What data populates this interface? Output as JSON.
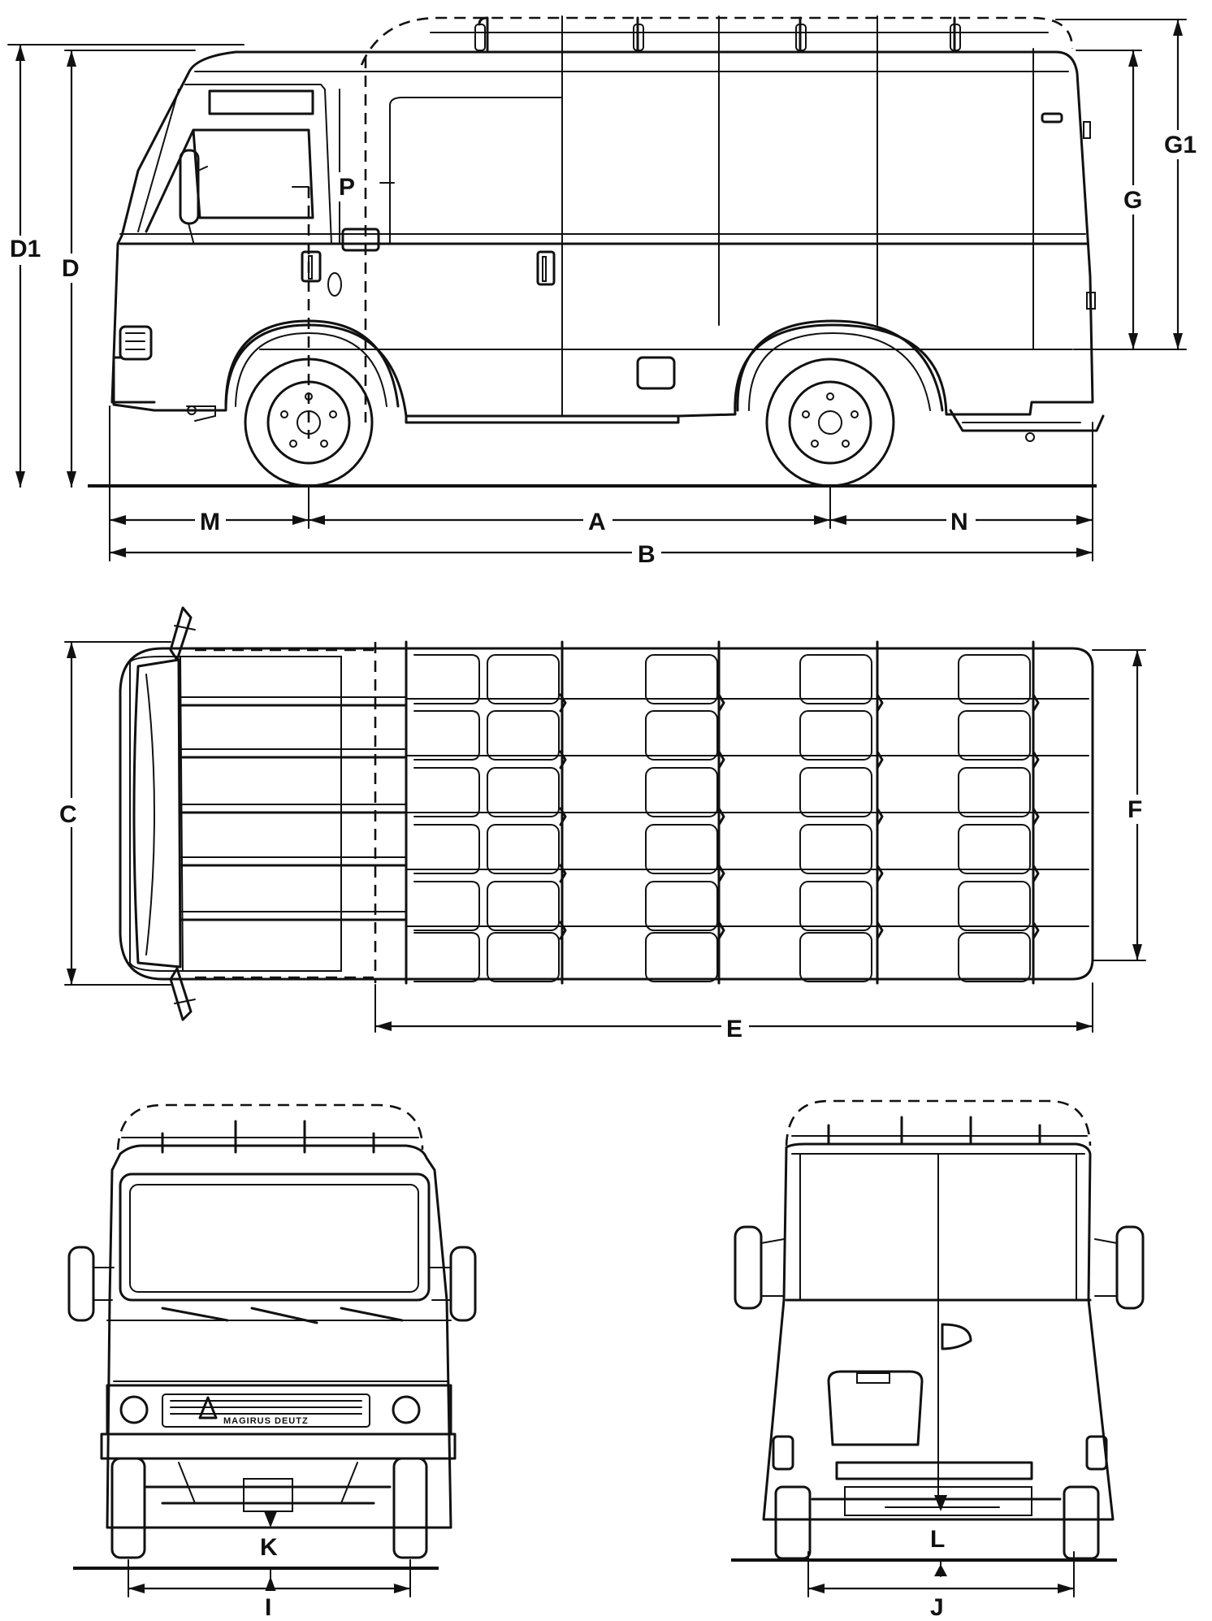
{
  "dimension_labels": {
    "A": "A",
    "B": "B",
    "C": "C",
    "D": "D",
    "D1": "D1",
    "E": "E",
    "F": "F",
    "G": "G",
    "G1": "G1",
    "I": "I",
    "J": "J",
    "K": "K",
    "L": "L",
    "M": "M",
    "N": "N",
    "P": "P"
  },
  "front_view": {
    "grille_brand": "MAGIRUS DEUTZ"
  },
  "colors": {
    "ink": "#111111",
    "paper": "#ffffff"
  }
}
